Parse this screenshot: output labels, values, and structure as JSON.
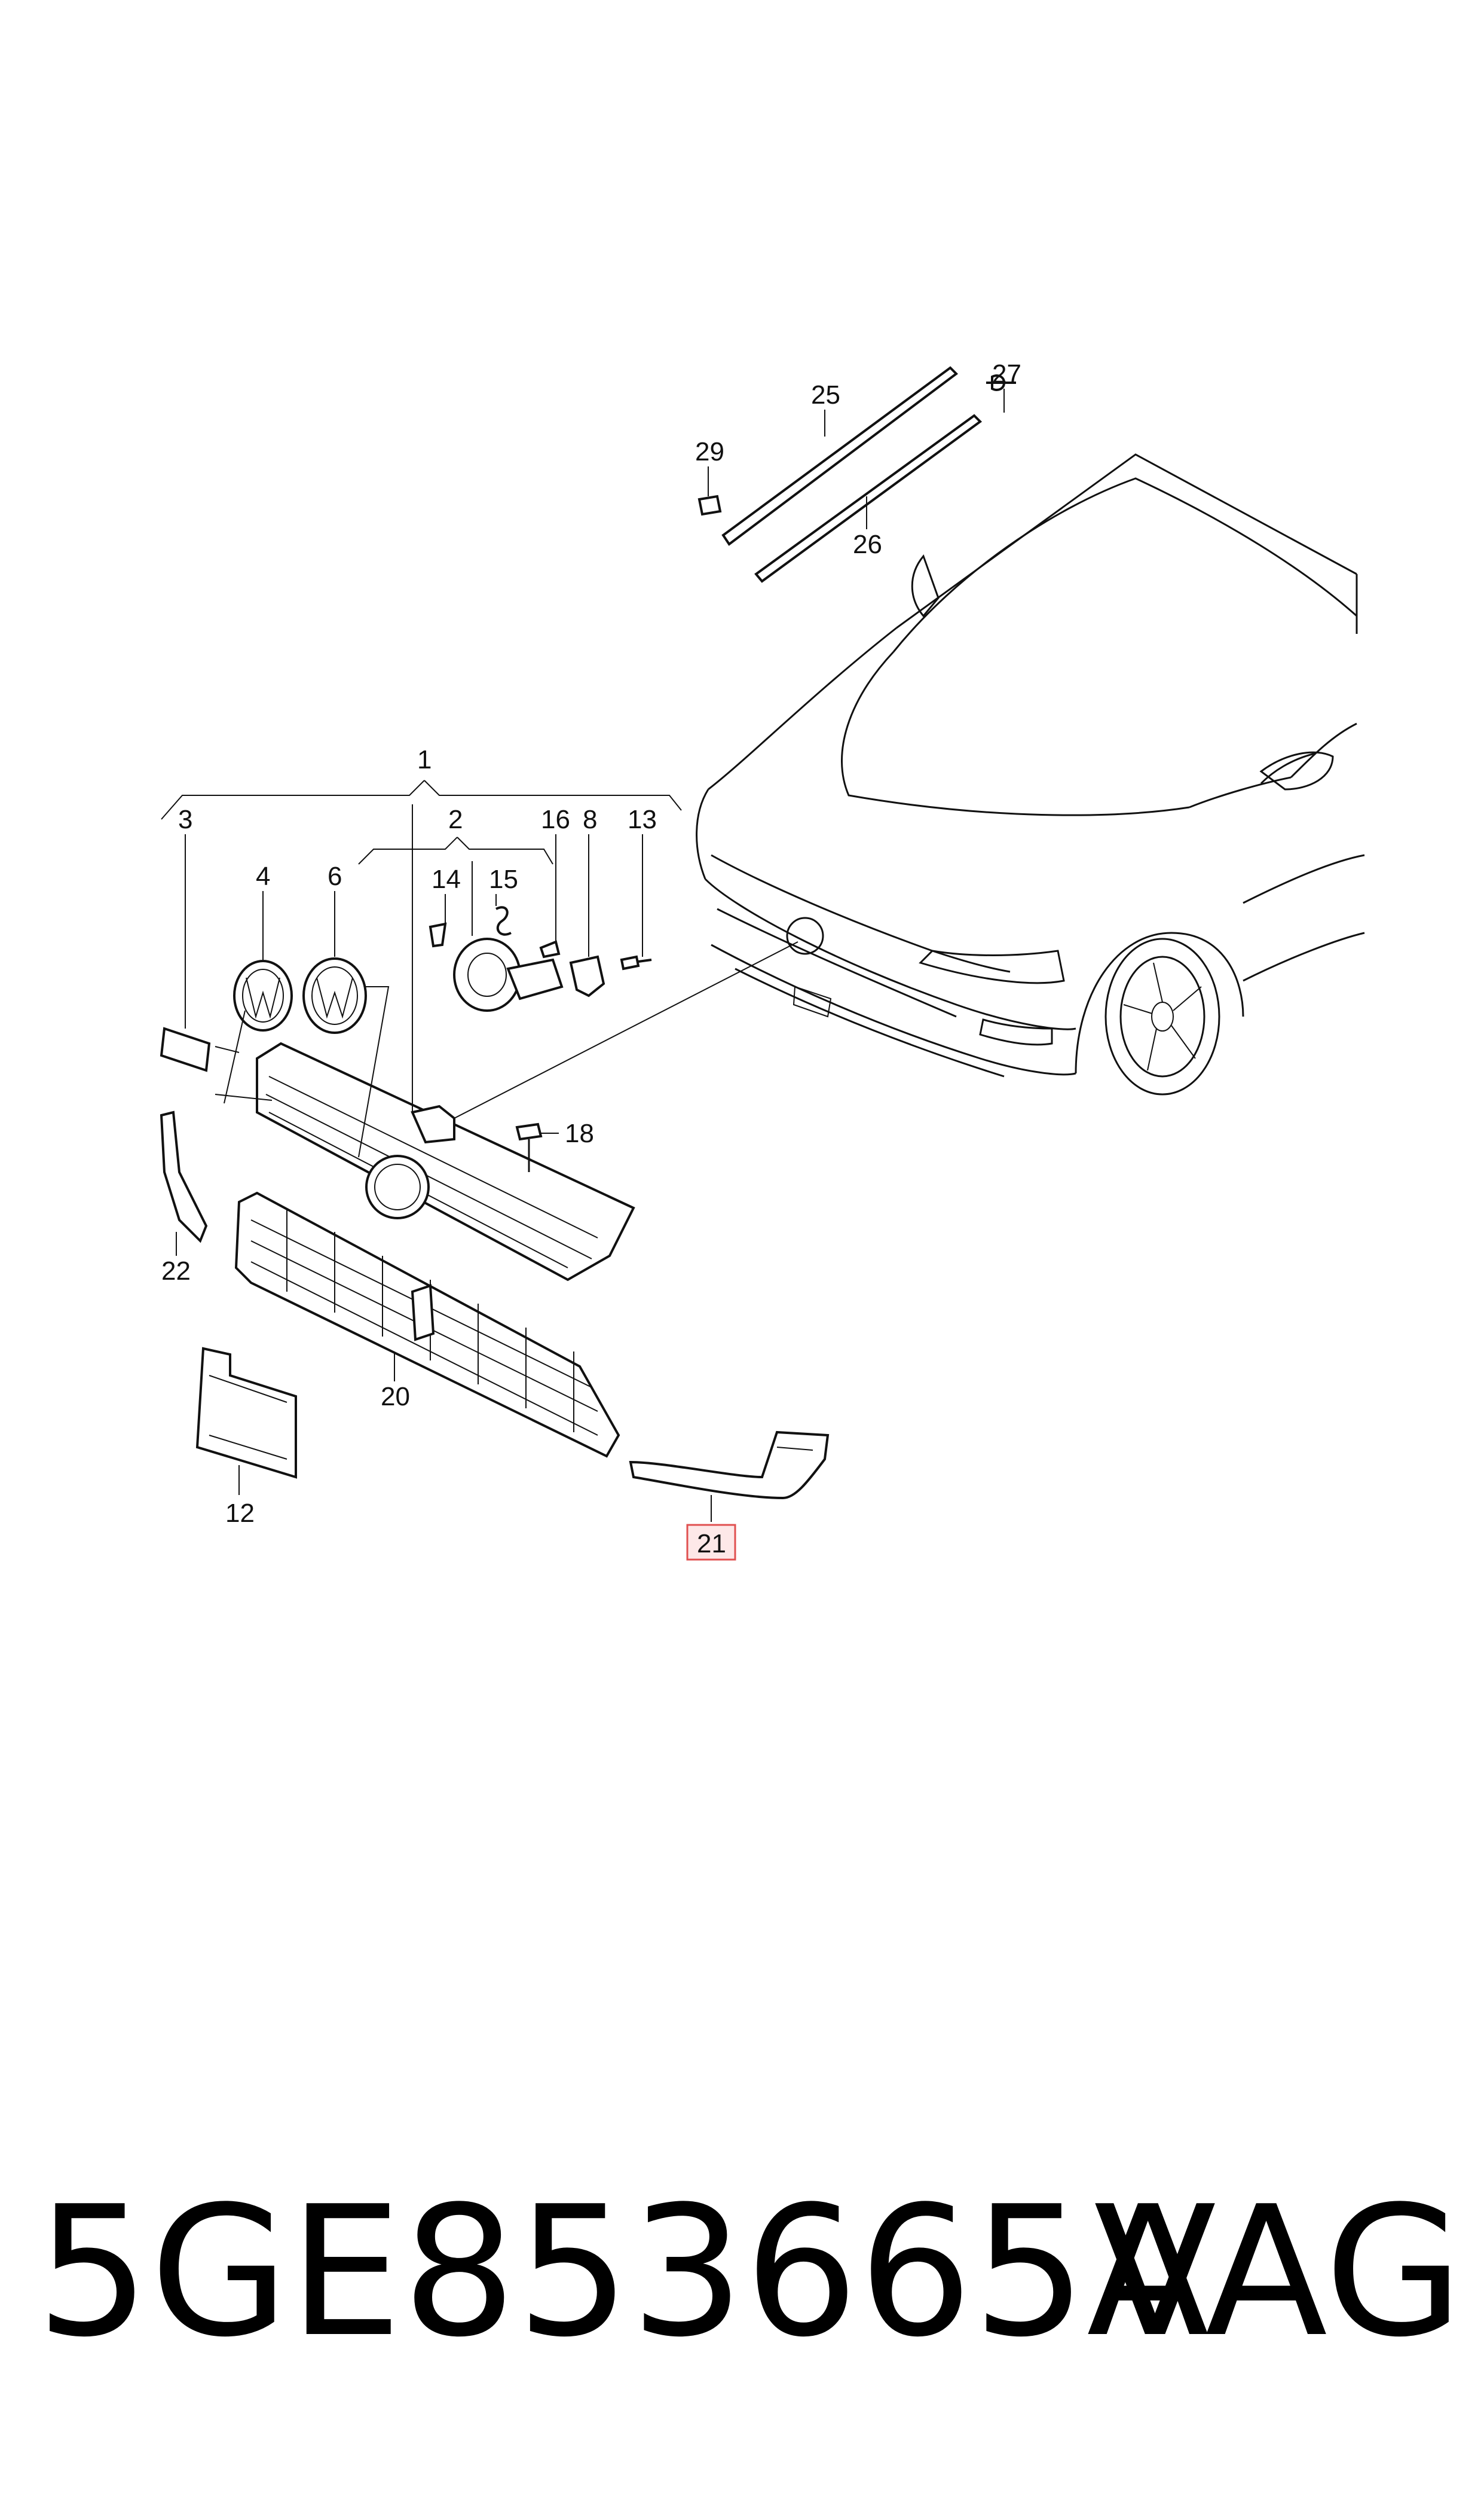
{
  "callouts": {
    "c1": "1",
    "c2": "2",
    "c3": "3",
    "c4": "4",
    "c6": "6",
    "c8": "8",
    "c12": "12",
    "c13": "13",
    "c14": "14",
    "c15": "15",
    "c16": "16",
    "c18": "18",
    "c20": "20",
    "c21": "21",
    "c22": "22",
    "c25": "25",
    "c26": "26",
    "c27": "27",
    "c29": "29"
  },
  "highlighted_callout": "21",
  "highlight_color": "#e05050",
  "footer": {
    "part_number": "5GE853665A",
    "brand": "VAG"
  }
}
